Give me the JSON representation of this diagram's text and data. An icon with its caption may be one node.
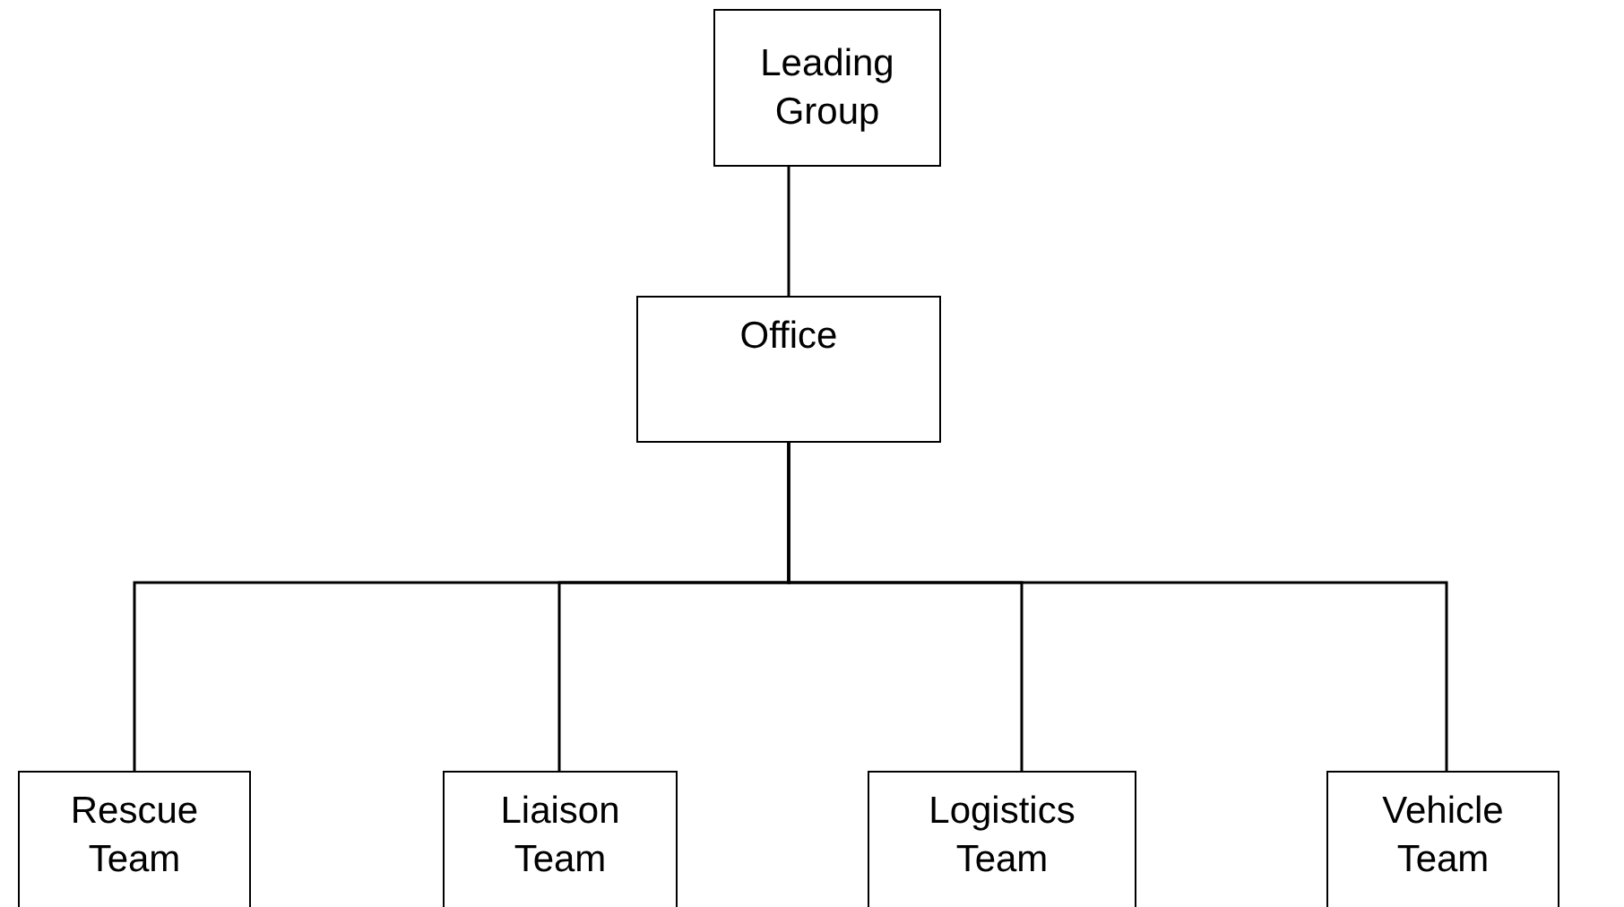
{
  "diagram": {
    "nodes": [
      {
        "text": [
          "Leading Group"
        ]
      },
      {
        "text": [
          "Office"
        ]
      },
      {
        "text": [
          "Rescue Team"
        ]
      },
      {
        "text": [
          "Liaison Team"
        ]
      },
      {
        "text": [
          "Logistics Team"
        ]
      },
      {
        "text": [
          "Vehicle Team"
        ]
      }
    ],
    "edges": [
      {
        "from": 0,
        "to": 1,
        "arrow": "none"
      },
      {
        "from": 1,
        "to": 2,
        "arrow": "none"
      },
      {
        "from": 1,
        "to": 3,
        "arrow": "none"
      },
      {
        "from": 1,
        "to": 4,
        "arrow": "none"
      },
      {
        "from": 1,
        "to": 5,
        "arrow": "none"
      }
    ]
  }
}
